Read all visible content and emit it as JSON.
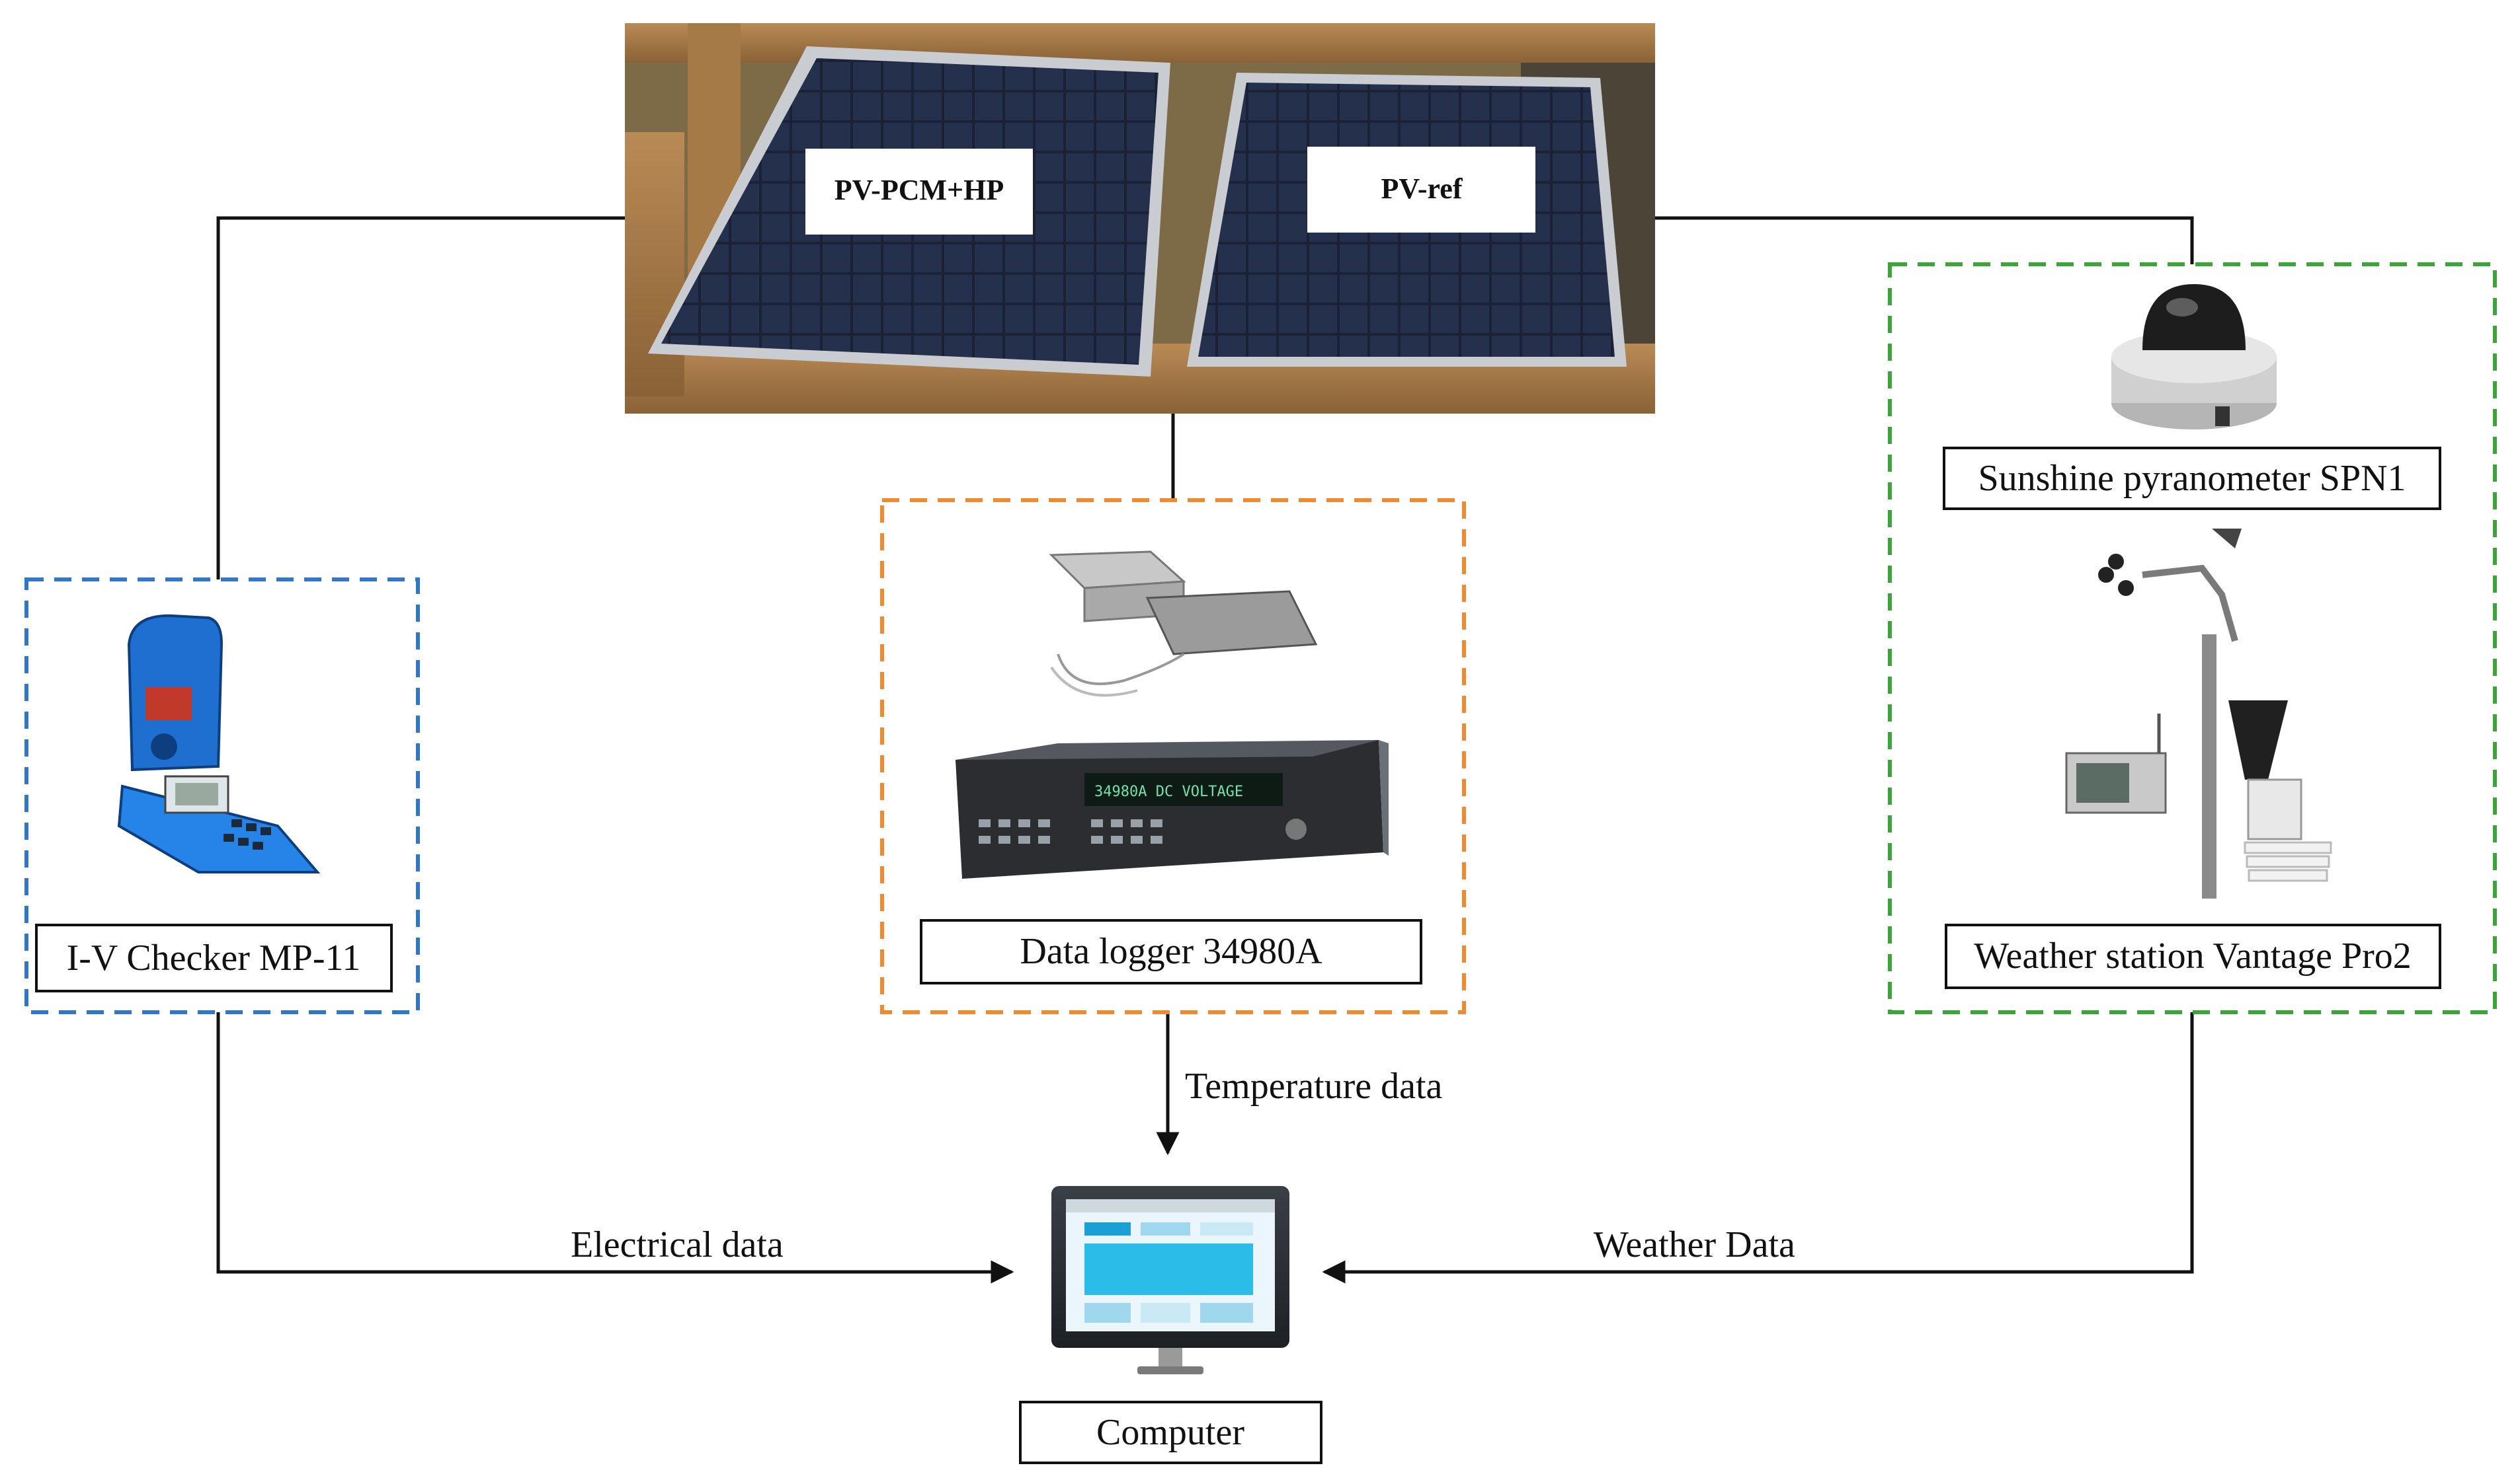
{
  "photo": {
    "panel_left_label": "PV-PCM+HP",
    "panel_right_label": "PV-ref"
  },
  "devices": {
    "iv_checker": {
      "label": "I-V Checker MP-11",
      "frame_color": "#2f78c8"
    },
    "data_logger": {
      "label": "Data logger 34980A",
      "frame_color": "#f08a2c"
    },
    "pyranometer": {
      "label": "Sunshine pyranometer SPN1"
    },
    "weather_station": {
      "label": "Weather station Vantage Pro2"
    },
    "weather_group": {
      "frame_color": "#3aa637"
    },
    "computer": {
      "label": "Computer"
    }
  },
  "flows": {
    "electrical": "Electrical data",
    "temperature": "Temperature data",
    "weather": "Weather Data"
  }
}
